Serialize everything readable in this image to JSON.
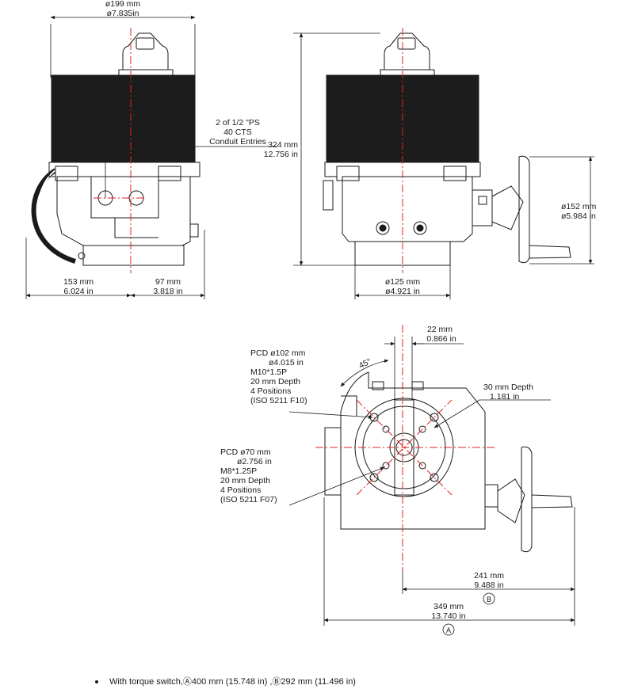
{
  "dimensions": {
    "top_diameter_mm": "ø199 mm",
    "top_diameter_in": "ø7.835in",
    "height_mm": "324 mm",
    "height_in": "12.756 in",
    "handwheel_diameter_mm": "ø152 mm",
    "handwheel_diameter_in": "ø5.984 in",
    "left_width_mm": "153 mm",
    "left_width_in": "6.024 in",
    "right_width_mm": "97 mm",
    "right_width_in": "3.818 in",
    "base_diameter_mm": "ø125 mm",
    "base_diameter_in": "ø4.921 in",
    "offset_mm": "22 mm",
    "offset_in": "0.866 in",
    "depth_mm": "30 mm  Depth",
    "depth_in": "1.181 in",
    "dim_b_mm": "241 mm",
    "dim_b_in": "9.488 in",
    "dim_b_marker": "B",
    "dim_a_mm": "349 mm",
    "dim_a_in": "13.740 in",
    "dim_a_marker": "A",
    "angle": "45°"
  },
  "conduit": {
    "line1": "2 of 1/2 \"PS",
    "line2": "40 CTS",
    "line3": "Conduit Entries"
  },
  "pcd102": {
    "line1": "PCD ø102 mm",
    "line2": "ø4.015 in",
    "line3": "M10*1.5P",
    "line4": "20 mm Depth",
    "line5": "4 Positions",
    "line6": "(ISO 5211 F10)"
  },
  "pcd70": {
    "line1": "PCD ø70 mm",
    "line2": "ø2.756 in",
    "line3": "M8*1.25P",
    "line4": "20 mm Depth",
    "line5": "4 Positions",
    "line6": "(ISO 5211 F07)"
  },
  "footnote": {
    "text": "With torque switch,Ⓐ400 mm (15.748 in) ,Ⓑ292 mm (11.496 in)"
  },
  "colors": {
    "line": "#1a1a1a",
    "center": "#e02020",
    "cover": "#1c1c1c"
  }
}
